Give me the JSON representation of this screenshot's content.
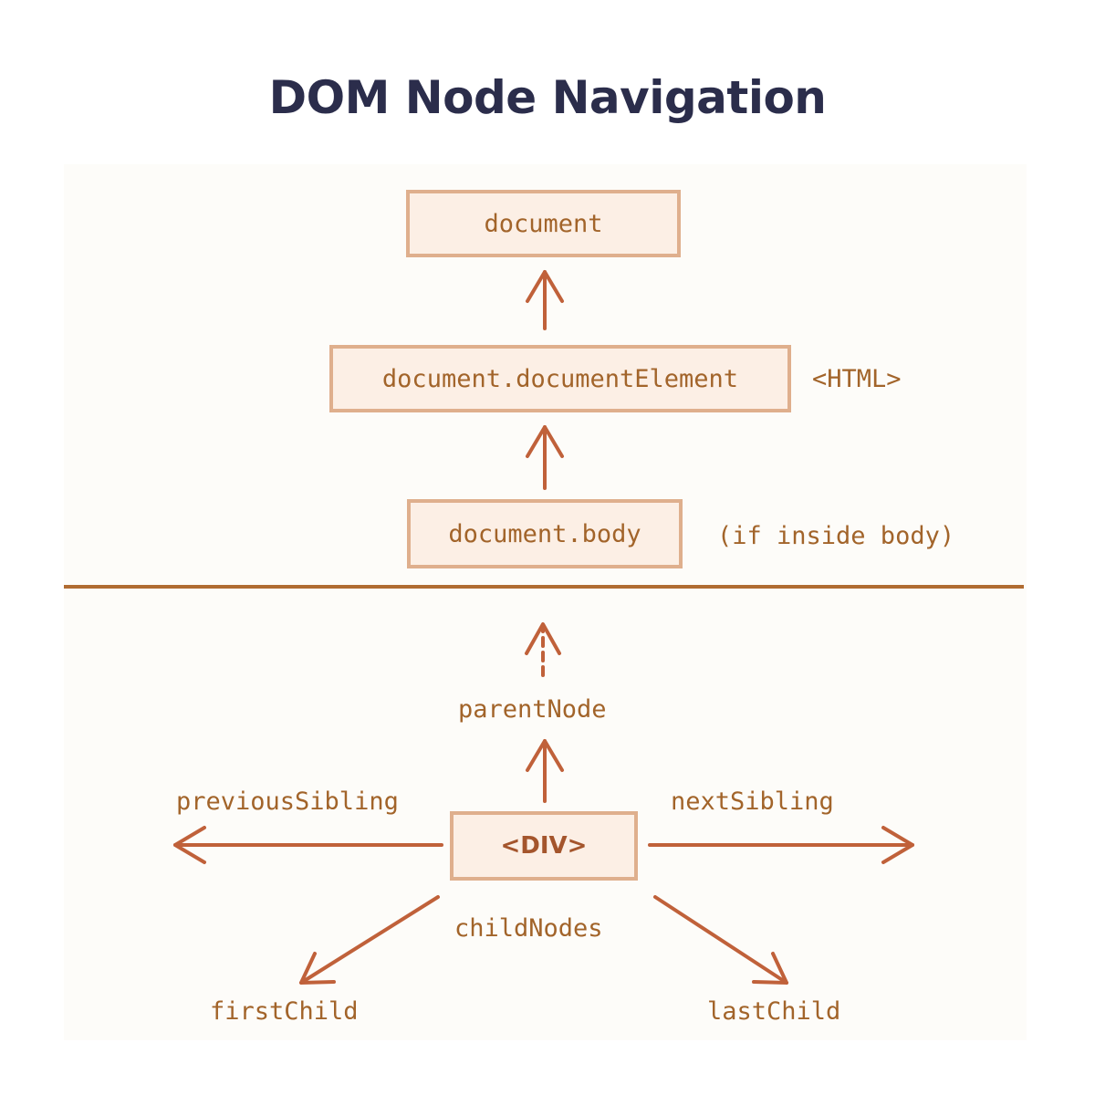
{
  "title": "DOM Node Navigation",
  "nodes": {
    "document": "document",
    "document_element": "document.documentElement",
    "body": "document.body",
    "div": "<DIV>"
  },
  "annotations": {
    "html_tag": "<HTML>",
    "inside_body": "(if inside body)"
  },
  "relations": {
    "parent_node": "parentNode",
    "previous_sibling": "previousSibling",
    "next_sibling": "nextSibling",
    "child_nodes": "childNodes",
    "first_child": "firstChild",
    "last_child": "lastChild"
  },
  "colors": {
    "title": "#2b2d4b",
    "arrow": "#c0613a",
    "divider": "#b06c32",
    "node_fill": "#fcefe5",
    "node_border": "#dfaf8d",
    "text": "#a2642a"
  }
}
